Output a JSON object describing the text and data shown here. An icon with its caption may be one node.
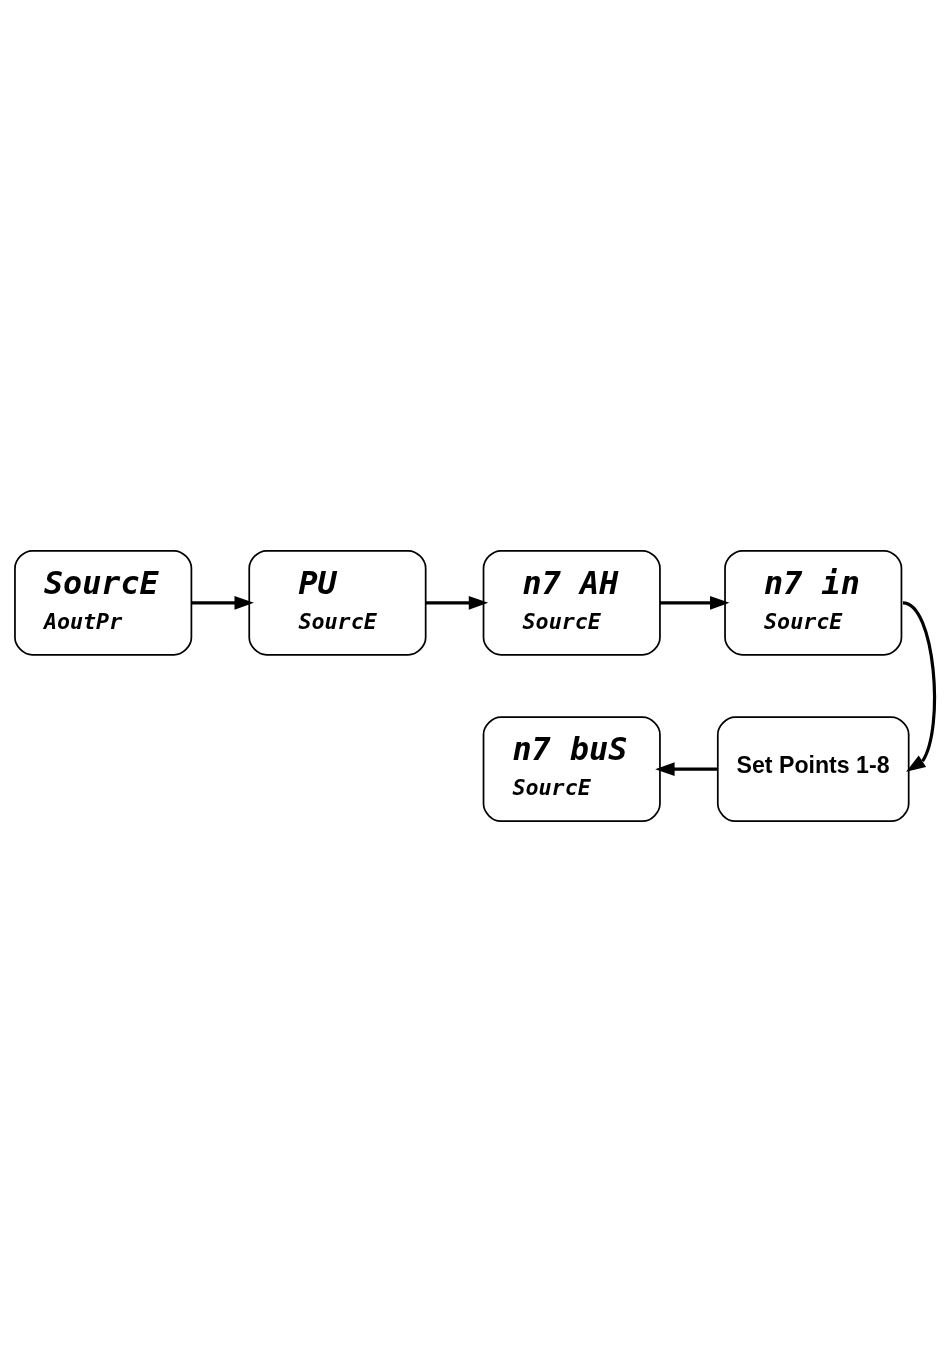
{
  "diagram": {
    "nodes": [
      {
        "text": [
          "SourcE",
          "AoutPr"
        ]
      },
      {
        "text": [
          "PU",
          "SourcE"
        ]
      },
      {
        "text": [
          "n7 AH",
          "SourcE"
        ]
      },
      {
        "text": [
          "n7 in",
          "SourcE"
        ]
      },
      {
        "text": [
          "Set Points 1-8"
        ]
      },
      {
        "text": [
          "n7 buS",
          "SourcE"
        ]
      }
    ],
    "edges": [
      {
        "from": 0,
        "to": 1,
        "arrow": "to"
      },
      {
        "from": 1,
        "to": 2,
        "arrow": "to"
      },
      {
        "from": 2,
        "to": 3,
        "arrow": "to"
      },
      {
        "from": 3,
        "to": 4,
        "arrow": "to"
      },
      {
        "from": 4,
        "to": 5,
        "arrow": "to"
      }
    ]
  }
}
